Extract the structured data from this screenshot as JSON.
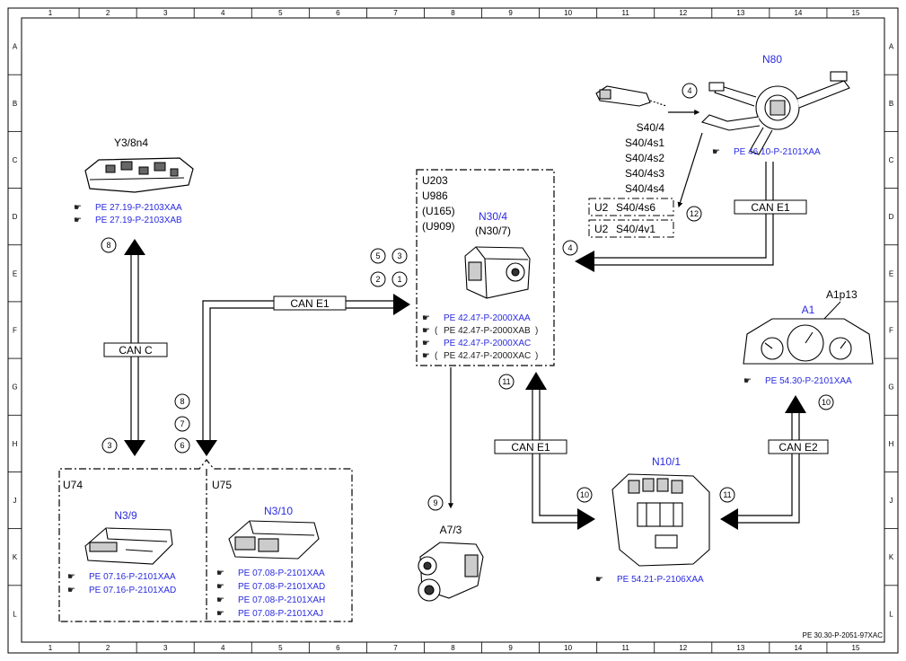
{
  "grid": {
    "cols": [
      "1",
      "2",
      "3",
      "4",
      "5",
      "6",
      "7",
      "8",
      "9",
      "10",
      "11",
      "12",
      "13",
      "14",
      "15"
    ],
    "rows": [
      "A",
      "B",
      "C",
      "D",
      "E",
      "F",
      "G",
      "H",
      "J",
      "K",
      "L"
    ]
  },
  "components": {
    "y3": {
      "name": "Y3/8n4",
      "refs": [
        "PE 27.19-P-2103XAA",
        "PE 27.19-P-2103XAB"
      ]
    },
    "n30": {
      "models": [
        "U203",
        "U986",
        "(U165)",
        "(U909)"
      ],
      "name": "N30/4",
      "alt": "(N30/7)",
      "refs": [
        "PE 42.47-P-2000XAA",
        "PE 42.47-P-2000XAB",
        "PE 42.47-P-2000XAC",
        "PE 42.47-P-2000XAC"
      ],
      "ref_prefix": [
        "",
        "(",
        "",
        "("
      ],
      "ref_suffix": [
        "",
        ")",
        "",
        ")"
      ]
    },
    "n80": {
      "name": "N80",
      "ref": "PE 46.10-P-2101XAA"
    },
    "s40": {
      "lines": [
        "S40/4",
        "S40/4s1",
        "S40/4s2",
        "S40/4s3",
        "S40/4s4"
      ],
      "u2a": "U2",
      "u2a_val": "S40/4s6",
      "u2b": "U2",
      "u2b_val": "S40/4v1"
    },
    "a1": {
      "name": "A1",
      "sub": "A1p13",
      "ref": "PE 54.30-P-2101XAA"
    },
    "n10": {
      "name": "N10/1",
      "ref": "PE 54.21-P-2106XAA"
    },
    "a7": {
      "name": "A7/3"
    },
    "u74": {
      "group": "U74",
      "name": "N3/9",
      "refs": [
        "PE 07.16-P-2101XAA",
        "PE 07.16-P-2101XAD"
      ]
    },
    "u75": {
      "group": "U75",
      "name": "N3/10",
      "refs": [
        "PE 07.08-P-2101XAA",
        "PE 07.08-P-2101XAD",
        "PE 07.08-P-2101XAH",
        "PE 07.08-P-2101XAJ"
      ]
    }
  },
  "buses": {
    "can_c": "CAN C",
    "can_e1_left": "CAN E1",
    "can_e1_right": "CAN E1",
    "can_e1_bottom": "CAN E1",
    "can_e2": "CAN E2"
  },
  "markers": {
    "m8a": "8",
    "m3a": "3",
    "m5": "5",
    "m3b": "3",
    "m2": "2",
    "m1": "1",
    "m8b": "8",
    "m7": "7",
    "m6": "6",
    "m4a": "4",
    "m4b": "4",
    "m12": "12",
    "m9": "9",
    "m11a": "11",
    "m10a": "10",
    "m11b": "11",
    "m10b": "10"
  },
  "footer": {
    "doc_id": "PE 30.30-P-2051-97XAC"
  }
}
